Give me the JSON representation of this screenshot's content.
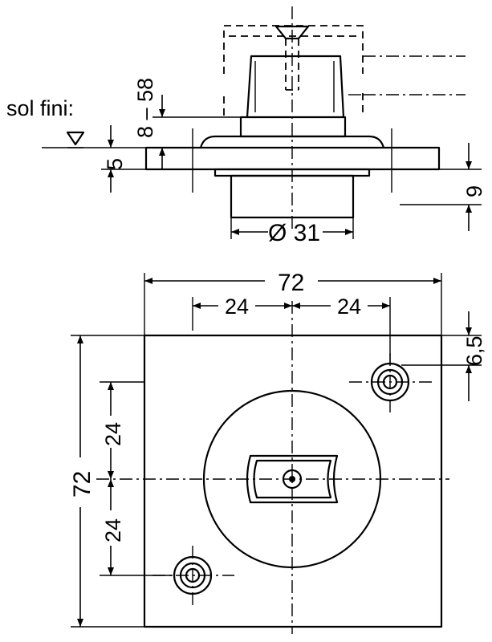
{
  "drawing": {
    "top_view": {
      "floor_label": "sol fini:",
      "height_range_label": "8 – 58",
      "plate_thickness_label": "5",
      "right_depth_label": "9",
      "diameter_label": "Ø 31"
    },
    "plan_view": {
      "overall_width_label": "72",
      "overall_height_label": "72",
      "hole_offset_left_label": "24",
      "hole_offset_right_label": "24",
      "hole_offset_top_label": "24",
      "hole_offset_bottom_label": "24",
      "hole_edge_offset_label": "6,5"
    }
  }
}
